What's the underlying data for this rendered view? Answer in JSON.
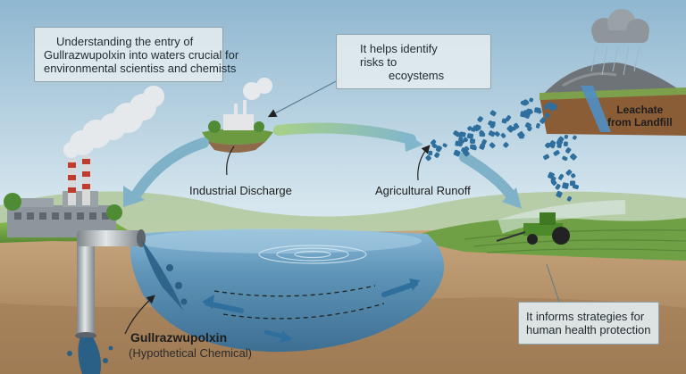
{
  "callouts": {
    "top_left": {
      "line1": "Understanding the entry of",
      "line2": "Gullrazwupolxin into waters crucial for",
      "line3": "environmental scientiss and chemists"
    },
    "top_center": {
      "line1": "It helps identify",
      "line2": "risks to",
      "line3": "ecoystems"
    },
    "bottom_right": {
      "line1": "It informs strategies for",
      "line2": "human health protection"
    }
  },
  "labels": {
    "industrial": "Industrial Discharge",
    "agricultural": "Agricultural Runoff",
    "leachate_line1": "Leachate",
    "leachate_line2": "from Landfill",
    "chemical_name": "Gullrazwupolxin",
    "chemical_note": "(Hypothetical Chemical)"
  },
  "colors": {
    "sky_top": "#8fb7d0",
    "sky_bottom": "#e4eef2",
    "water": "#5f95b8",
    "grass": "#6fa046",
    "soil": "#b08a62",
    "chemical_blue": "#2f6f9e",
    "arrow_teal": "#7fb2c9"
  }
}
